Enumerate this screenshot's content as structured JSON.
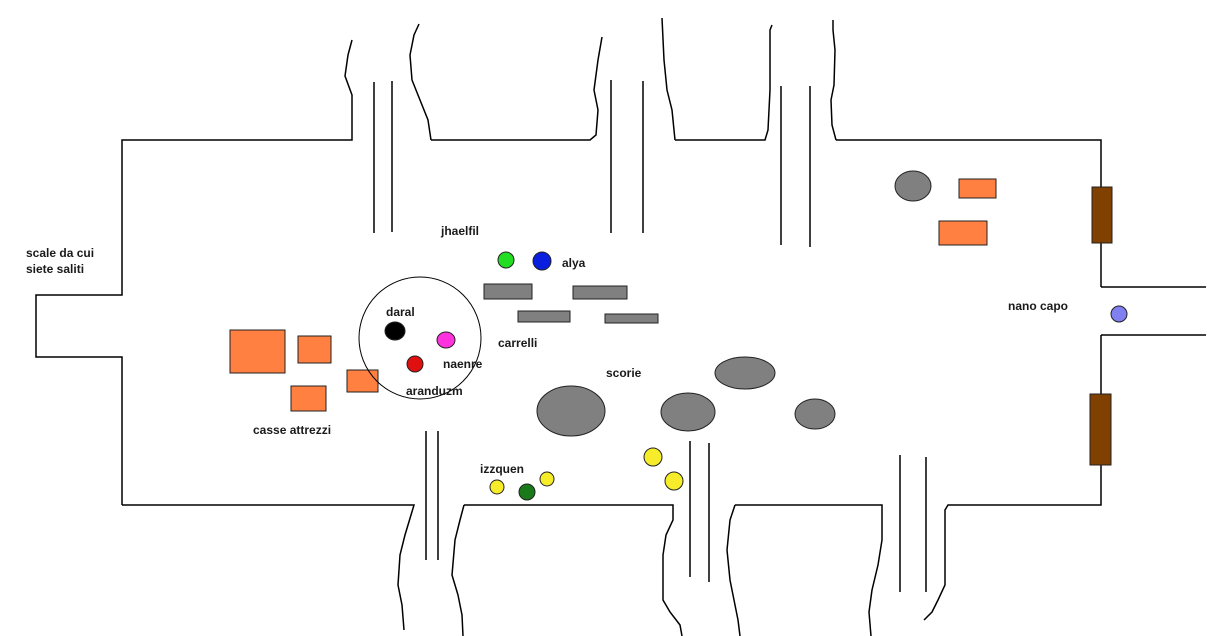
{
  "map": {
    "labels": {
      "entrance_stairs_line1": "scale da cui",
      "entrance_stairs_line2": "siete saliti",
      "tool_crates": "casse attrezzi",
      "carts": "carrelli",
      "slag": "scorie",
      "boss_dwarf": "nano capo"
    },
    "colors": {
      "crate": "#ff8040",
      "cart": "#808080",
      "slag": "#808080",
      "door": "#804000",
      "wall": "#000000"
    },
    "characters": [
      {
        "name": "jhaelfil",
        "color": "#22dd22"
      },
      {
        "name": "alya",
        "color": "#0a1ee0"
      },
      {
        "name": "daral",
        "color": "#000000"
      },
      {
        "name": "naenre",
        "color": "#ff33dd"
      },
      {
        "name": "aranduzm",
        "color": "#e01010"
      },
      {
        "name": "izzquen",
        "color": "#1a7a1a"
      },
      {
        "name": "nano capo",
        "color": "#8080f0"
      }
    ],
    "enemies_yellow_count": 4,
    "enemy_color": "#f7ec2a"
  }
}
